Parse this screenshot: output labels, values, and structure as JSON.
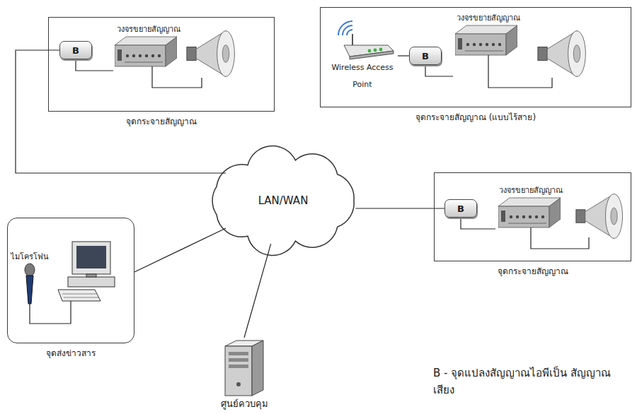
{
  "diagram": {
    "nodes": [
      {
        "text": [
          "จุดกระจายสัญญาณ"
        ]
      },
      {
        "text": [
          "B"
        ],
        "in": 0
      },
      {
        "text": [
          "วงจรขยายสัญญาณ"
        ],
        "in": 0
      },
      {
        "text": [
          "จุดกระจายสัญญาณ (แบบไร้สาย)"
        ]
      },
      {
        "text": [
          "Wireless Access Point"
        ],
        "in": 3
      },
      {
        "text": [
          "B"
        ],
        "in": 3
      },
      {
        "text": [
          "วงจรขยายสัญญาณ"
        ],
        "in": 3
      },
      {
        "text": [
          "LAN/WAN"
        ]
      },
      {
        "text": [
          "จุดกระจายสัญญาณ"
        ]
      },
      {
        "text": [
          "B"
        ],
        "in": 8
      },
      {
        "text": [
          "วงจรขยายสัญญาณ"
        ],
        "in": 8
      },
      {
        "text": [
          "จุดส่งข่าวสาร"
        ]
      },
      {
        "text": [
          "ไมโครโฟน"
        ],
        "in": 11
      },
      {
        "text": [
          "ศูนย์ควบคุม"
        ]
      }
    ],
    "edges": [
      {
        "from": 1,
        "to": 7,
        "arrow": "none"
      },
      {
        "from": 1,
        "to": 2,
        "arrow": "none"
      },
      {
        "from": 4,
        "to": 5,
        "arrow": "none"
      },
      {
        "from": 5,
        "to": 6,
        "arrow": "none"
      },
      {
        "from": 7,
        "to": 9,
        "arrow": "none"
      },
      {
        "from": 9,
        "to": 10,
        "arrow": "none"
      },
      {
        "from": 7,
        "to": 11,
        "arrow": "none"
      },
      {
        "from": 7,
        "to": 13,
        "arrow": "none"
      }
    ],
    "labels": [
      "B - จุดแปลงสัญญาณไอพีเป็น สัญญาณเสียง"
    ]
  }
}
